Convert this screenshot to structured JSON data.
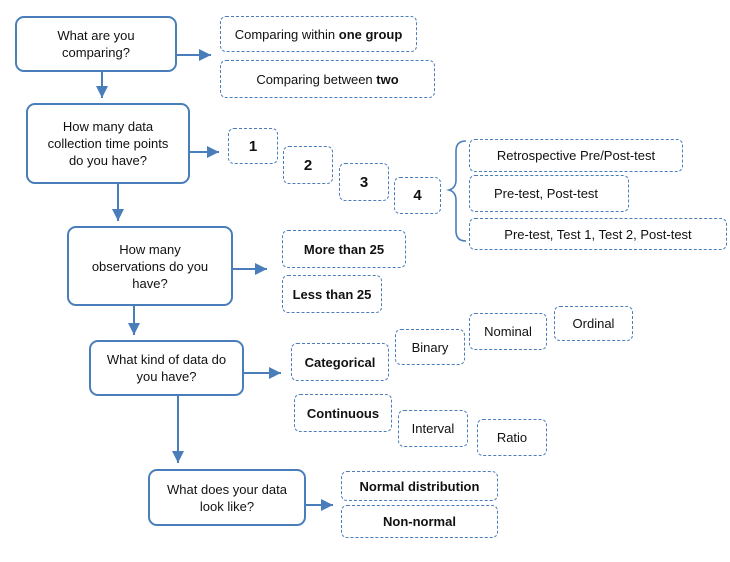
{
  "questions": {
    "q1": "What are you\ncomparing?",
    "q2": "How many data\ncollection time points\ndo you have?",
    "q3": "How many\nobservations do you\nhave?",
    "q4": "What kind of data do\nyou have?",
    "q5": "What does your data\nlook like?"
  },
  "comparing": {
    "within_prefix": "Comparing within ",
    "within_bold": "one group",
    "between_prefix": "Comparing between ",
    "between_bold": "two"
  },
  "time_points": [
    "1",
    "2",
    "3",
    "4"
  ],
  "designs": [
    "Retrospective Pre/Post-test",
    "Pre-test, Post-test",
    "Pre-test, Test 1, Test 2, Post-test"
  ],
  "observations": [
    "More than 25",
    "Less than 25"
  ],
  "data_kinds": {
    "categorical": "Categorical",
    "binary": "Binary",
    "nominal": "Nominal",
    "ordinal": "Ordinal",
    "continuous": "Continuous",
    "interval": "Interval",
    "ratio": "Ratio"
  },
  "distribution": [
    "Normal distribution",
    "Non-normal"
  ],
  "colors": {
    "line": "#4a7ebb",
    "text": "#111111"
  }
}
